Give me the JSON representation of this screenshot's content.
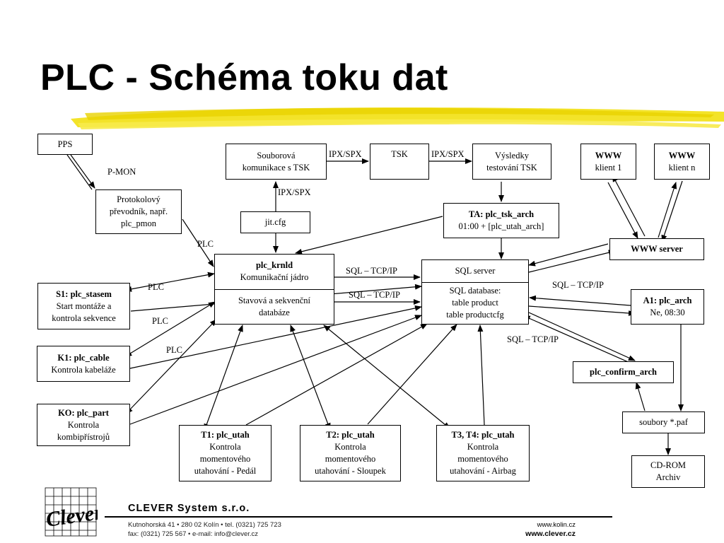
{
  "title": "PLC - Schéma toku dat",
  "nodes": {
    "pps": "PPS",
    "protokolovy": [
      "Protokolový",
      "převodník, např.",
      "plc_pmon"
    ],
    "souborova": [
      "Souborová",
      "komunikace s TSK"
    ],
    "tsk": "TSK",
    "vysledky": [
      "Výsledky",
      "testování TSK"
    ],
    "www1": {
      "bold": "WWW",
      "text": "klient 1"
    },
    "wwwn": {
      "bold": "WWW",
      "text": "klient n"
    },
    "jitcfg": "jit.cfg",
    "ta": {
      "bold": "TA: plc_tsk_arch",
      "text": "01:00 + [plc_utah_arch]"
    },
    "wwwserver": "WWW server",
    "krnld": {
      "bold": "plc_krnld",
      "text": "Komunikační jádro",
      "lower": [
        "Stavová a sekvenční",
        "databáze"
      ]
    },
    "sqlserver": {
      "upper": "SQL server",
      "lower": [
        "SQL database:",
        "table product",
        "table productcfg"
      ]
    },
    "s1": {
      "bold": "S1: plc_stasem",
      "lines": [
        "Start montáže a",
        "kontrola sekvence"
      ]
    },
    "a1": {
      "bold": "A1: plc_arch",
      "text": "Ne, 08:30"
    },
    "k1": {
      "bold": "K1: plc_cable",
      "text": "Kontrola kabeláže"
    },
    "confirm": "plc_confirm_arch",
    "ko": {
      "bold": "KO: plc_part",
      "lines": [
        "Kontrola",
        "kombipřístrojů"
      ]
    },
    "soubory": "soubory *.paf",
    "t1": {
      "bold": "T1: plc_utah",
      "lines": [
        "Kontrola",
        "momentového",
        "utahování - Pedál"
      ]
    },
    "t2": {
      "bold": "T2: plc_utah",
      "lines": [
        "Kontrola",
        "momentového",
        "utahování - Sloupek"
      ]
    },
    "t34": {
      "bold": "T3, T4: plc_utah",
      "lines": [
        "Kontrola",
        "momentového",
        "utahování - Airbag"
      ]
    },
    "cdrom": [
      "CD-ROM",
      "Archiv"
    ]
  },
  "labels": {
    "pmon": "P-MON",
    "ipxspx1": "IPX/SPX",
    "ipxspx2": "IPX/SPX",
    "ipxspx3": "IPX/SPX",
    "plc1": "PLC",
    "plc2": "PLC",
    "plc3": "PLC",
    "plc4": "PLC",
    "sql1": "SQL – TCP/IP",
    "sql2": "SQL – TCP/IP",
    "sql3": "SQL – TCP/IP",
    "sql4": "SQL – TCP/IP"
  },
  "footer": {
    "company": "CLEVER System s.r.o.",
    "address": "Kutnohorská 41 • 280 02 Kolín • tel. (0321) 725 723",
    "fax": "fax: (0321) 725 567 • e-mail: info@clever.cz",
    "web1": "www.kolin.cz",
    "web2": "www.clever.cz",
    "logo_text": "Clever"
  },
  "colors": {
    "brush": "#f2e21e",
    "ink": "#000000"
  }
}
